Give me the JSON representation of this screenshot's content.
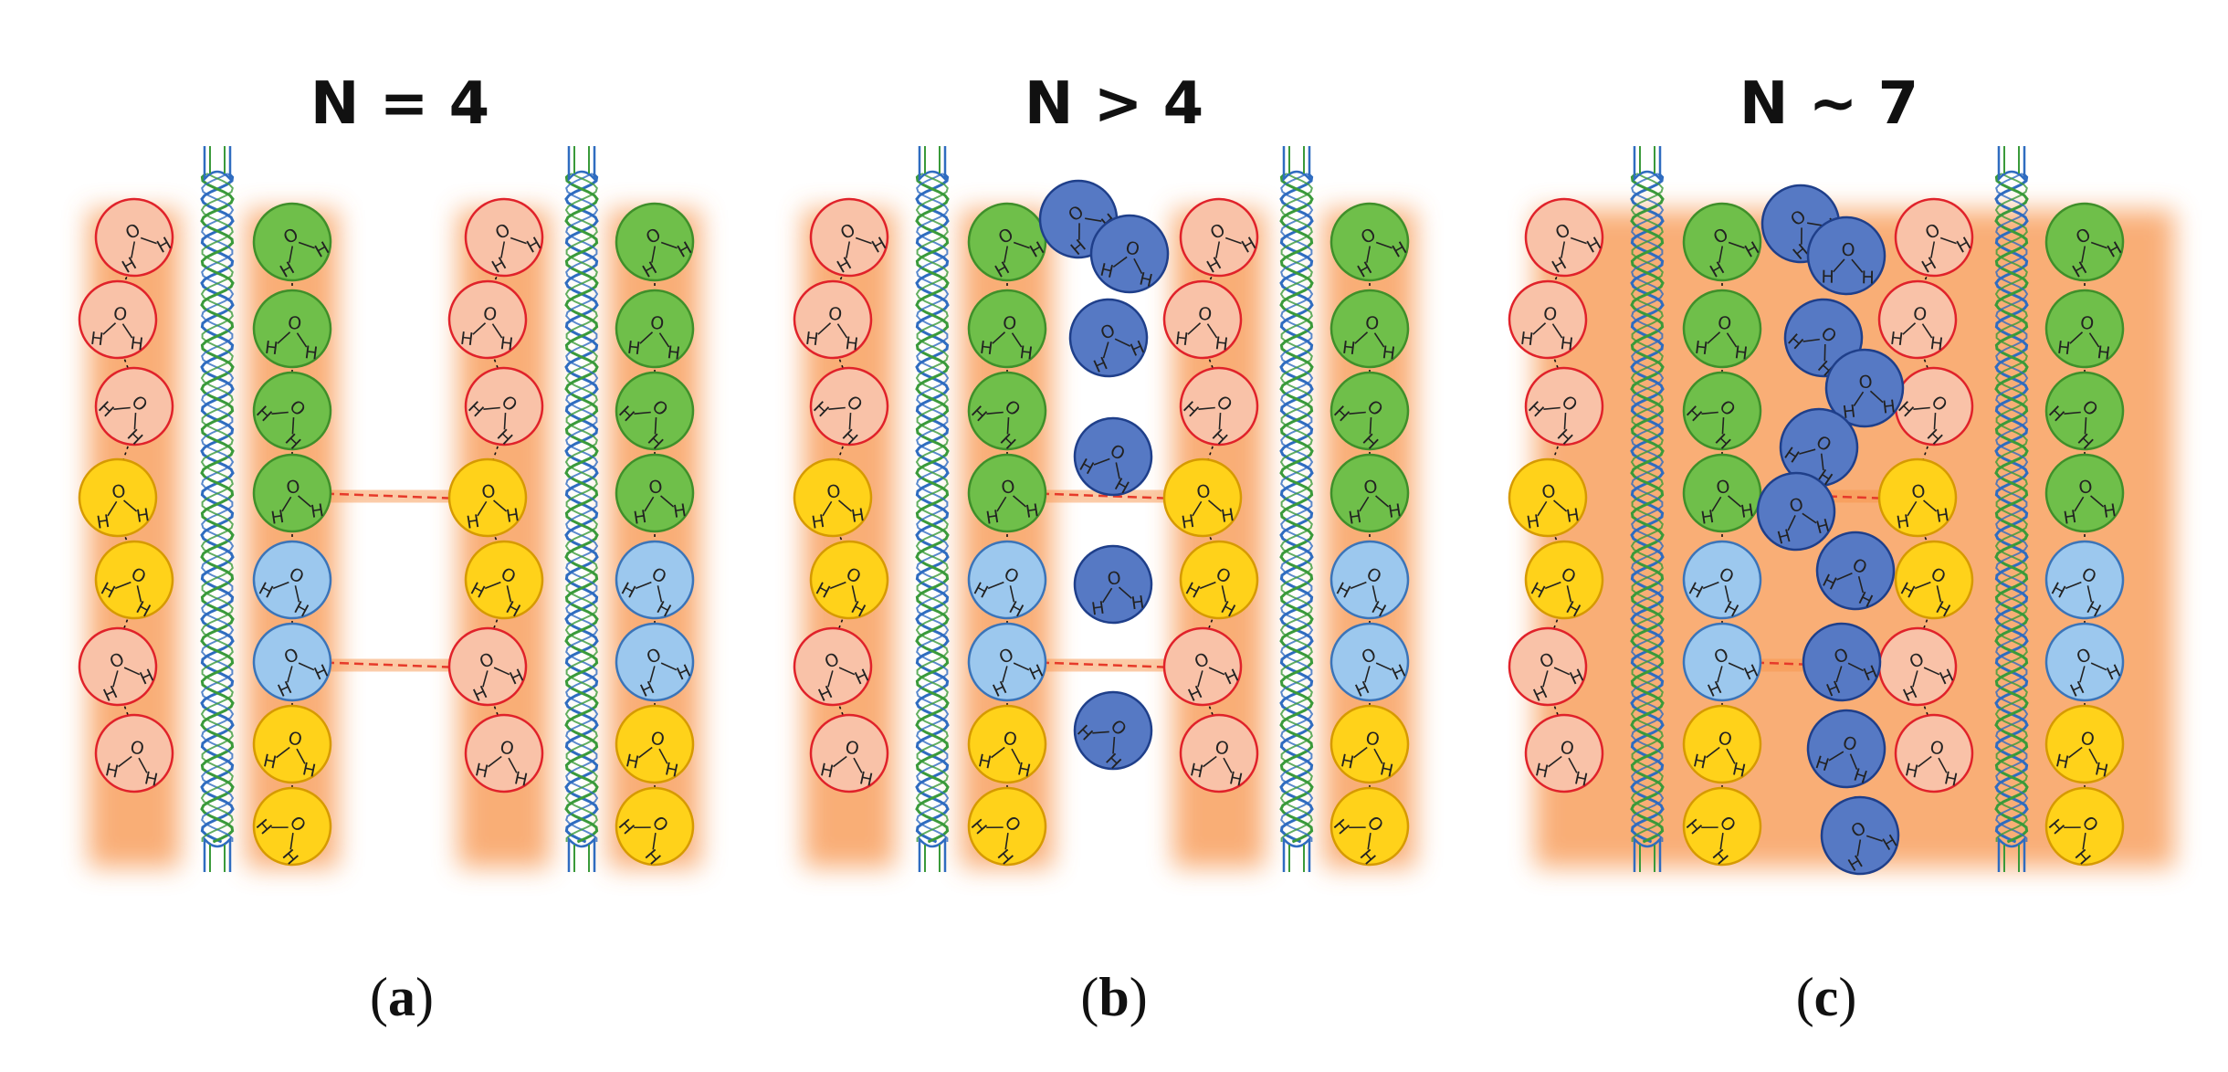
{
  "panels": [
    {
      "id": "a",
      "title": "N = 4",
      "caption_letter": "a",
      "water_columns": [
        [
          "pink",
          "pink",
          "pink",
          "yellow",
          "yellow",
          "pink",
          "pink"
        ],
        [
          "green",
          "green",
          "green",
          "green",
          "lightblue",
          "lightblue",
          "yellow",
          "yellow"
        ],
        [
          "pink",
          "pink",
          "pink",
          "yellow",
          "yellow",
          "pink",
          "pink"
        ],
        [
          "green",
          "green",
          "green",
          "green",
          "lightblue",
          "lightblue",
          "yellow",
          "yellow"
        ]
      ],
      "interlayer_water_count": 0,
      "red_bridge_rows": [
        3,
        5
      ]
    },
    {
      "id": "b",
      "title": "N > 4",
      "caption_letter": "b",
      "water_columns": [
        [
          "pink",
          "pink",
          "pink",
          "yellow",
          "yellow",
          "pink",
          "pink"
        ],
        [
          "green",
          "green",
          "green",
          "green",
          "lightblue",
          "lightblue",
          "yellow",
          "yellow"
        ],
        [
          "pink",
          "pink",
          "pink",
          "yellow",
          "yellow",
          "pink",
          "pink"
        ],
        [
          "green",
          "green",
          "green",
          "green",
          "lightblue",
          "lightblue",
          "yellow",
          "yellow"
        ]
      ],
      "interlayer_water_count": 6,
      "red_bridge_rows": [
        3,
        5
      ]
    },
    {
      "id": "c",
      "title": "N ~ 7",
      "caption_letter": "c",
      "water_columns": [
        [
          "pink",
          "pink",
          "pink",
          "yellow",
          "yellow",
          "pink",
          "pink"
        ],
        [
          "green",
          "green",
          "green",
          "green",
          "lightblue",
          "lightblue",
          "yellow",
          "yellow"
        ],
        [
          "pink",
          "pink",
          "pink",
          "yellow",
          "yellow",
          "pink",
          "pink"
        ],
        [
          "green",
          "green",
          "green",
          "green",
          "lightblue",
          "lightblue",
          "yellow",
          "yellow"
        ]
      ],
      "interlayer_water_count": 10,
      "red_bridge_rows": [
        3,
        5
      ]
    }
  ],
  "atom_labels": {
    "oxygen": "O",
    "hydrogen": "H"
  },
  "colors": {
    "pink_fill": "#f9c2a8",
    "pink_stroke": "#e0222a",
    "green_fill": "#6fbf4a",
    "green_stroke": "#3f8f2a",
    "yellow_fill": "#ffd21a",
    "yellow_stroke": "#d69a00",
    "lightblue_fill": "#9cc8ee",
    "lightblue_stroke": "#3b74b8",
    "blue_fill": "#5679c4",
    "blue_stroke": "#1f3f8a",
    "orange_band": "#f7934a",
    "helix_blue": "#2f6cc0",
    "helix_green": "#3a9a3a",
    "bridge_red": "#e63a2a"
  },
  "caption_brackets": [
    "(",
    ")"
  ]
}
